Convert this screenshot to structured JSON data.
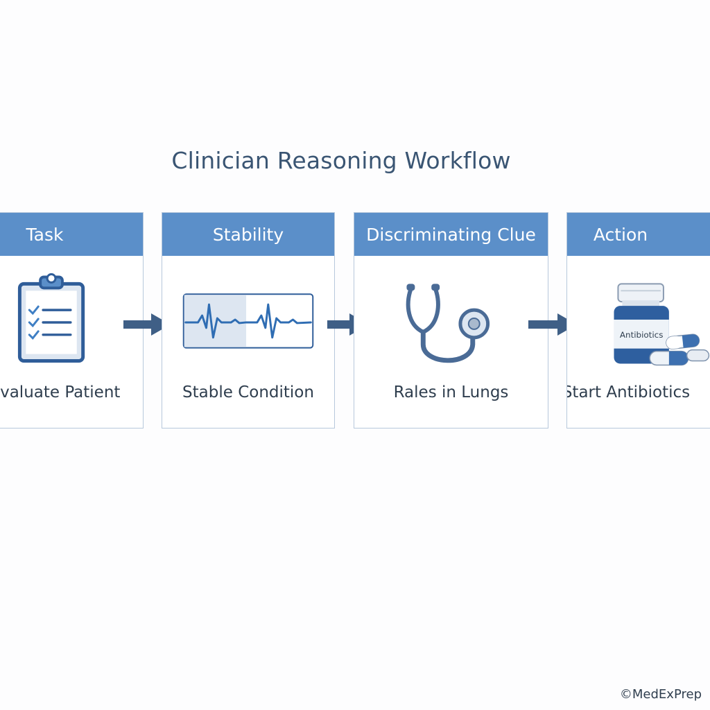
{
  "title": "Clinician Reasoning Workflow",
  "steps": [
    {
      "header": "Task",
      "label": "Evaluate Patient",
      "icon": "clipboard-checklist-icon"
    },
    {
      "header": "Stability",
      "label": "Stable Condition",
      "icon": "heart-rhythm-monitor-icon"
    },
    {
      "header": "Discriminating Clue",
      "label": "Rales in Lungs",
      "icon": "stethoscope-icon"
    },
    {
      "header": "Action",
      "label": "Start Antibiotics",
      "icon": "pill-bottle-icon",
      "bottle_text": "Antibiotics"
    }
  ],
  "footer": "©MedExPrep",
  "colors": {
    "header": "#5b8fc9",
    "border": "#b7c8dc",
    "arrow": "#3f5f86",
    "icon_dark": "#2f5d99",
    "icon_light": "#dde6f1"
  }
}
